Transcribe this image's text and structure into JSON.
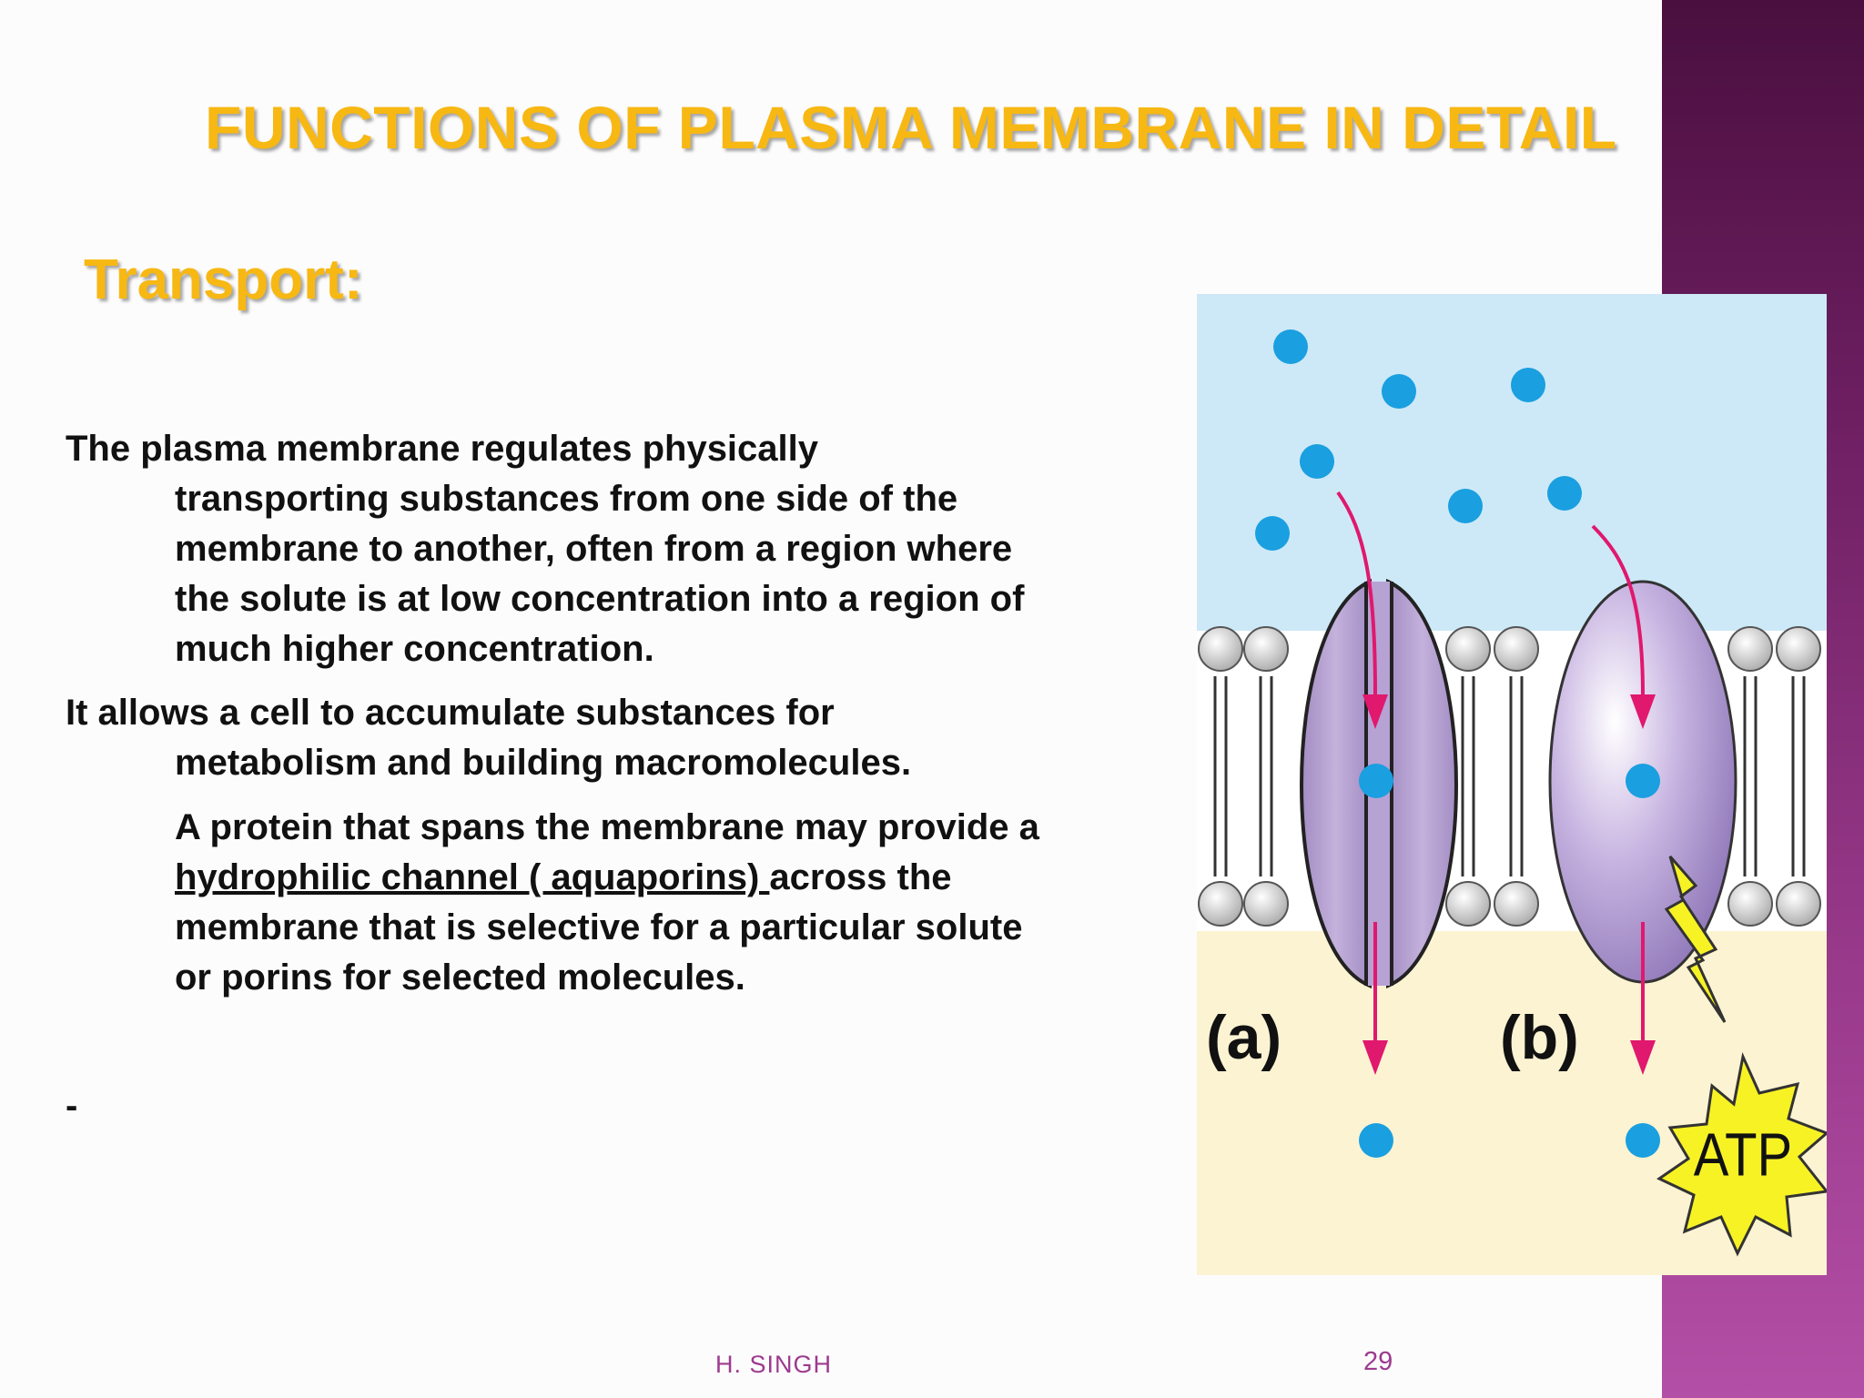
{
  "slide": {
    "title": "FUNCTIONS  OF PLASMA MEMBRANE IN DETAIL",
    "subtitle": "Transport:",
    "para1": {
      "first": "The plasma membrane regulates physically",
      "lines": [
        "transporting substances from one side of the",
        "membrane to another, often from a region where",
        "the solute is  at low concentration into a region of",
        "much higher concentration."
      ]
    },
    "para2": {
      "first": "It allows a cell to accumulate substances for",
      "line2": "metabolism and building macromolecules."
    },
    "para3": {
      "line1": "A protein that spans the membrane may provide a",
      "underlined": "hydrophilic channel ( aquaporins) ",
      "line2_rest": "across the",
      "line3": "membrane that is selective for a particular solute",
      "line4": "or porins for selected molecules."
    },
    "dash": "-",
    "footer_author": "H. SINGH",
    "footer_page": "29"
  },
  "figure": {
    "label_a": "(a)",
    "label_b": "(b)",
    "atp_label": "ATP",
    "colors": {
      "extracellular": "#cde9f7",
      "cytoplasm": "#fbf3d2",
      "protein": "#b59fce",
      "solute": "#1a9fe0",
      "arrow": "#e0186e",
      "atp": "#f7f224"
    }
  }
}
